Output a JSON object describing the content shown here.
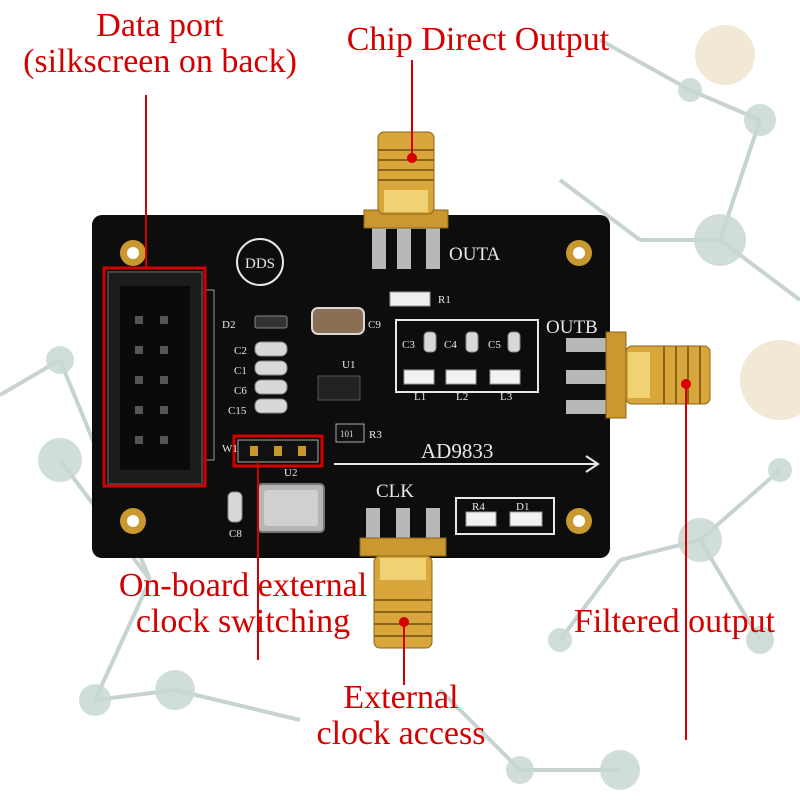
{
  "callouts": {
    "data_port_line1": "Data port",
    "data_port_line2": "(silkscreen on back)",
    "chip_direct_output": "Chip Direct Output",
    "onboard_clock_line1": "On-board external",
    "onboard_clock_line2": "clock switching",
    "filtered_output": "Filtered output",
    "external_clock_line1": "External",
    "external_clock_line2": "clock access"
  },
  "board": {
    "logo": "DDS",
    "outa": "OUTA",
    "outb": "OUTB",
    "clk": "CLK",
    "chip": "AD9833",
    "parts": {
      "d2": "D2",
      "c9": "C9",
      "c2": "C2",
      "c1": "C1",
      "c6": "C6",
      "c15": "C15",
      "u1": "U1",
      "r3": "R3",
      "r3_code": "101",
      "w1": "W1",
      "u2": "U2",
      "c8": "C8",
      "r1": "R1",
      "c3": "C3",
      "c4": "C4",
      "c5": "C5",
      "l1": "L1",
      "l2": "L2",
      "l3": "L3",
      "r4": "R4",
      "d1": "D1"
    }
  },
  "colors": {
    "callout": "#d40000",
    "pcb": "#0d0d0d",
    "silkscreen": "#e8e8e8",
    "gold": "#c9982f"
  }
}
